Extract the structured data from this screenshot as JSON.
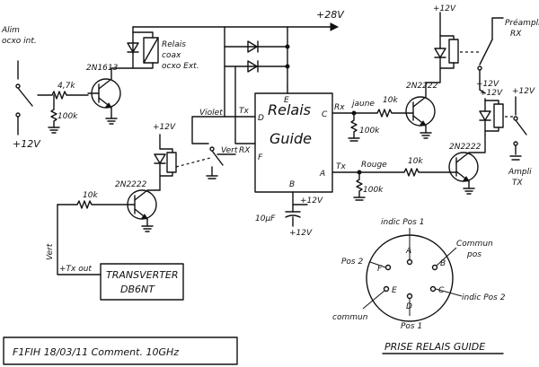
{
  "labels": {
    "alim_line1": "Alim",
    "alim_line2": "ocxo int.",
    "plus12_left": "+12V",
    "r_47k": "4,7k",
    "r_100k_left": "100k",
    "t_2n1613": "2N1613",
    "relais_coax_1": "Relais",
    "relais_coax_2": "coax",
    "relais_coax_3": "ocxo Ext.",
    "plus28": "+28V",
    "violet": "Violet",
    "tx_top": "Tx",
    "rx_left": "RX",
    "vert_mid": "Vert",
    "relais_guide_1": "Relais",
    "relais_guide_2": "Guide",
    "pin_d": "D",
    "pin_e": "E",
    "pin_c": "C",
    "pin_f": "F",
    "pin_a": "A",
    "pin_b": "B",
    "rx_right": "Rx",
    "jaune": "jaune",
    "tx_right": "Tx",
    "rouge": "Rouge",
    "r_10k_a": "10k",
    "r_100k_a": "100k",
    "r_10k_b": "10k",
    "r_100k_b": "100k",
    "t_2n2222_a": "2N2222",
    "t_2n2222_b": "2N2222",
    "plus12_mid": "+12V",
    "cap": "10µF",
    "plus12_cap": "+12V",
    "plus12_relrx": "+12V",
    "preampli_1": "Préampli",
    "preampli_2": "RX",
    "plus12_r1": "+12V",
    "plus12_r2": "+12V",
    "ampli_1": "Ampli",
    "ampli_2": "TX",
    "plus12_lowrel": "+12V",
    "r_10k_c": "10k",
    "t_2n2222_c": "2N2222",
    "vert_bottom": "Vert",
    "tx_out": "+Tx out",
    "transverter_1": "TRANSVERTER",
    "transverter_2": "DB6NT",
    "conn_indic_pos1": "indic Pos 1",
    "conn_commun_pos_1": "Commun",
    "conn_commun_pos_2": "pos",
    "conn_pos2": "Pos 2",
    "conn_commun": "commun",
    "conn_indic_pos2": "indic Pos 2",
    "conn_pos1": "Pos 1",
    "conn_a": "A",
    "conn_b": "B",
    "conn_c": "C",
    "conn_d": "D",
    "conn_e": "E",
    "conn_f": "F",
    "conn_title": "PRISE RELAIS GUIDE",
    "footer": "F1FIH   18/03/11   Comment. 10GHz"
  }
}
